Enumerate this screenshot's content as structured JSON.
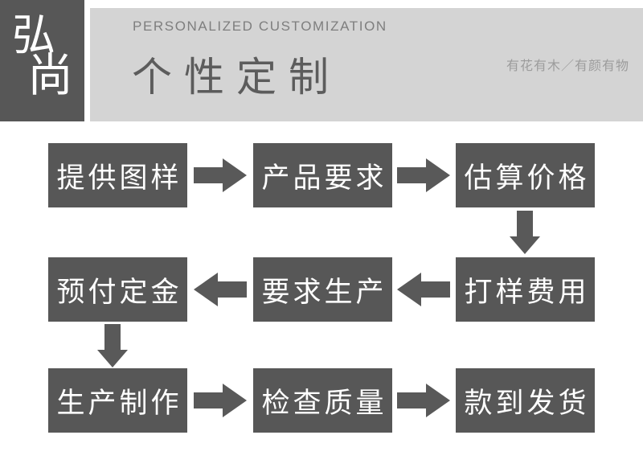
{
  "header": {
    "logo_top": "弘",
    "logo_bottom": "尚",
    "eyebrow": "PERSONALIZED CUSTOMIZATION",
    "title": "个性定制",
    "tagline": "有花有木／有颜有物"
  },
  "colors": {
    "box_bg": "#575757",
    "arrow": "#595959",
    "header_band_bg": "#d4d4d4",
    "logo_bg": "#575757",
    "title_text": "#5c5c5c",
    "eyebrow_text": "#7e7e7e",
    "tagline_text": "#9c9c9c",
    "box_text": "#ffffff"
  },
  "flow": {
    "rows": [
      {
        "direction": "right",
        "boxes": [
          "提供图样",
          "产品要求",
          "估算价格"
        ]
      },
      {
        "direction": "left",
        "boxes": [
          "预付定金",
          "要求生产",
          "打样费用"
        ]
      },
      {
        "direction": "right",
        "boxes": [
          "生产制作",
          "检查质量",
          "款到发货"
        ]
      }
    ],
    "icons": {
      "right": "arrow-right-icon",
      "left": "arrow-left-icon",
      "down": "arrow-down-icon"
    },
    "sequence": [
      "提供图样",
      "产品要求",
      "估算价格",
      "打样费用",
      "要求生产",
      "预付定金",
      "生产制作",
      "检查质量",
      "款到发货"
    ]
  }
}
